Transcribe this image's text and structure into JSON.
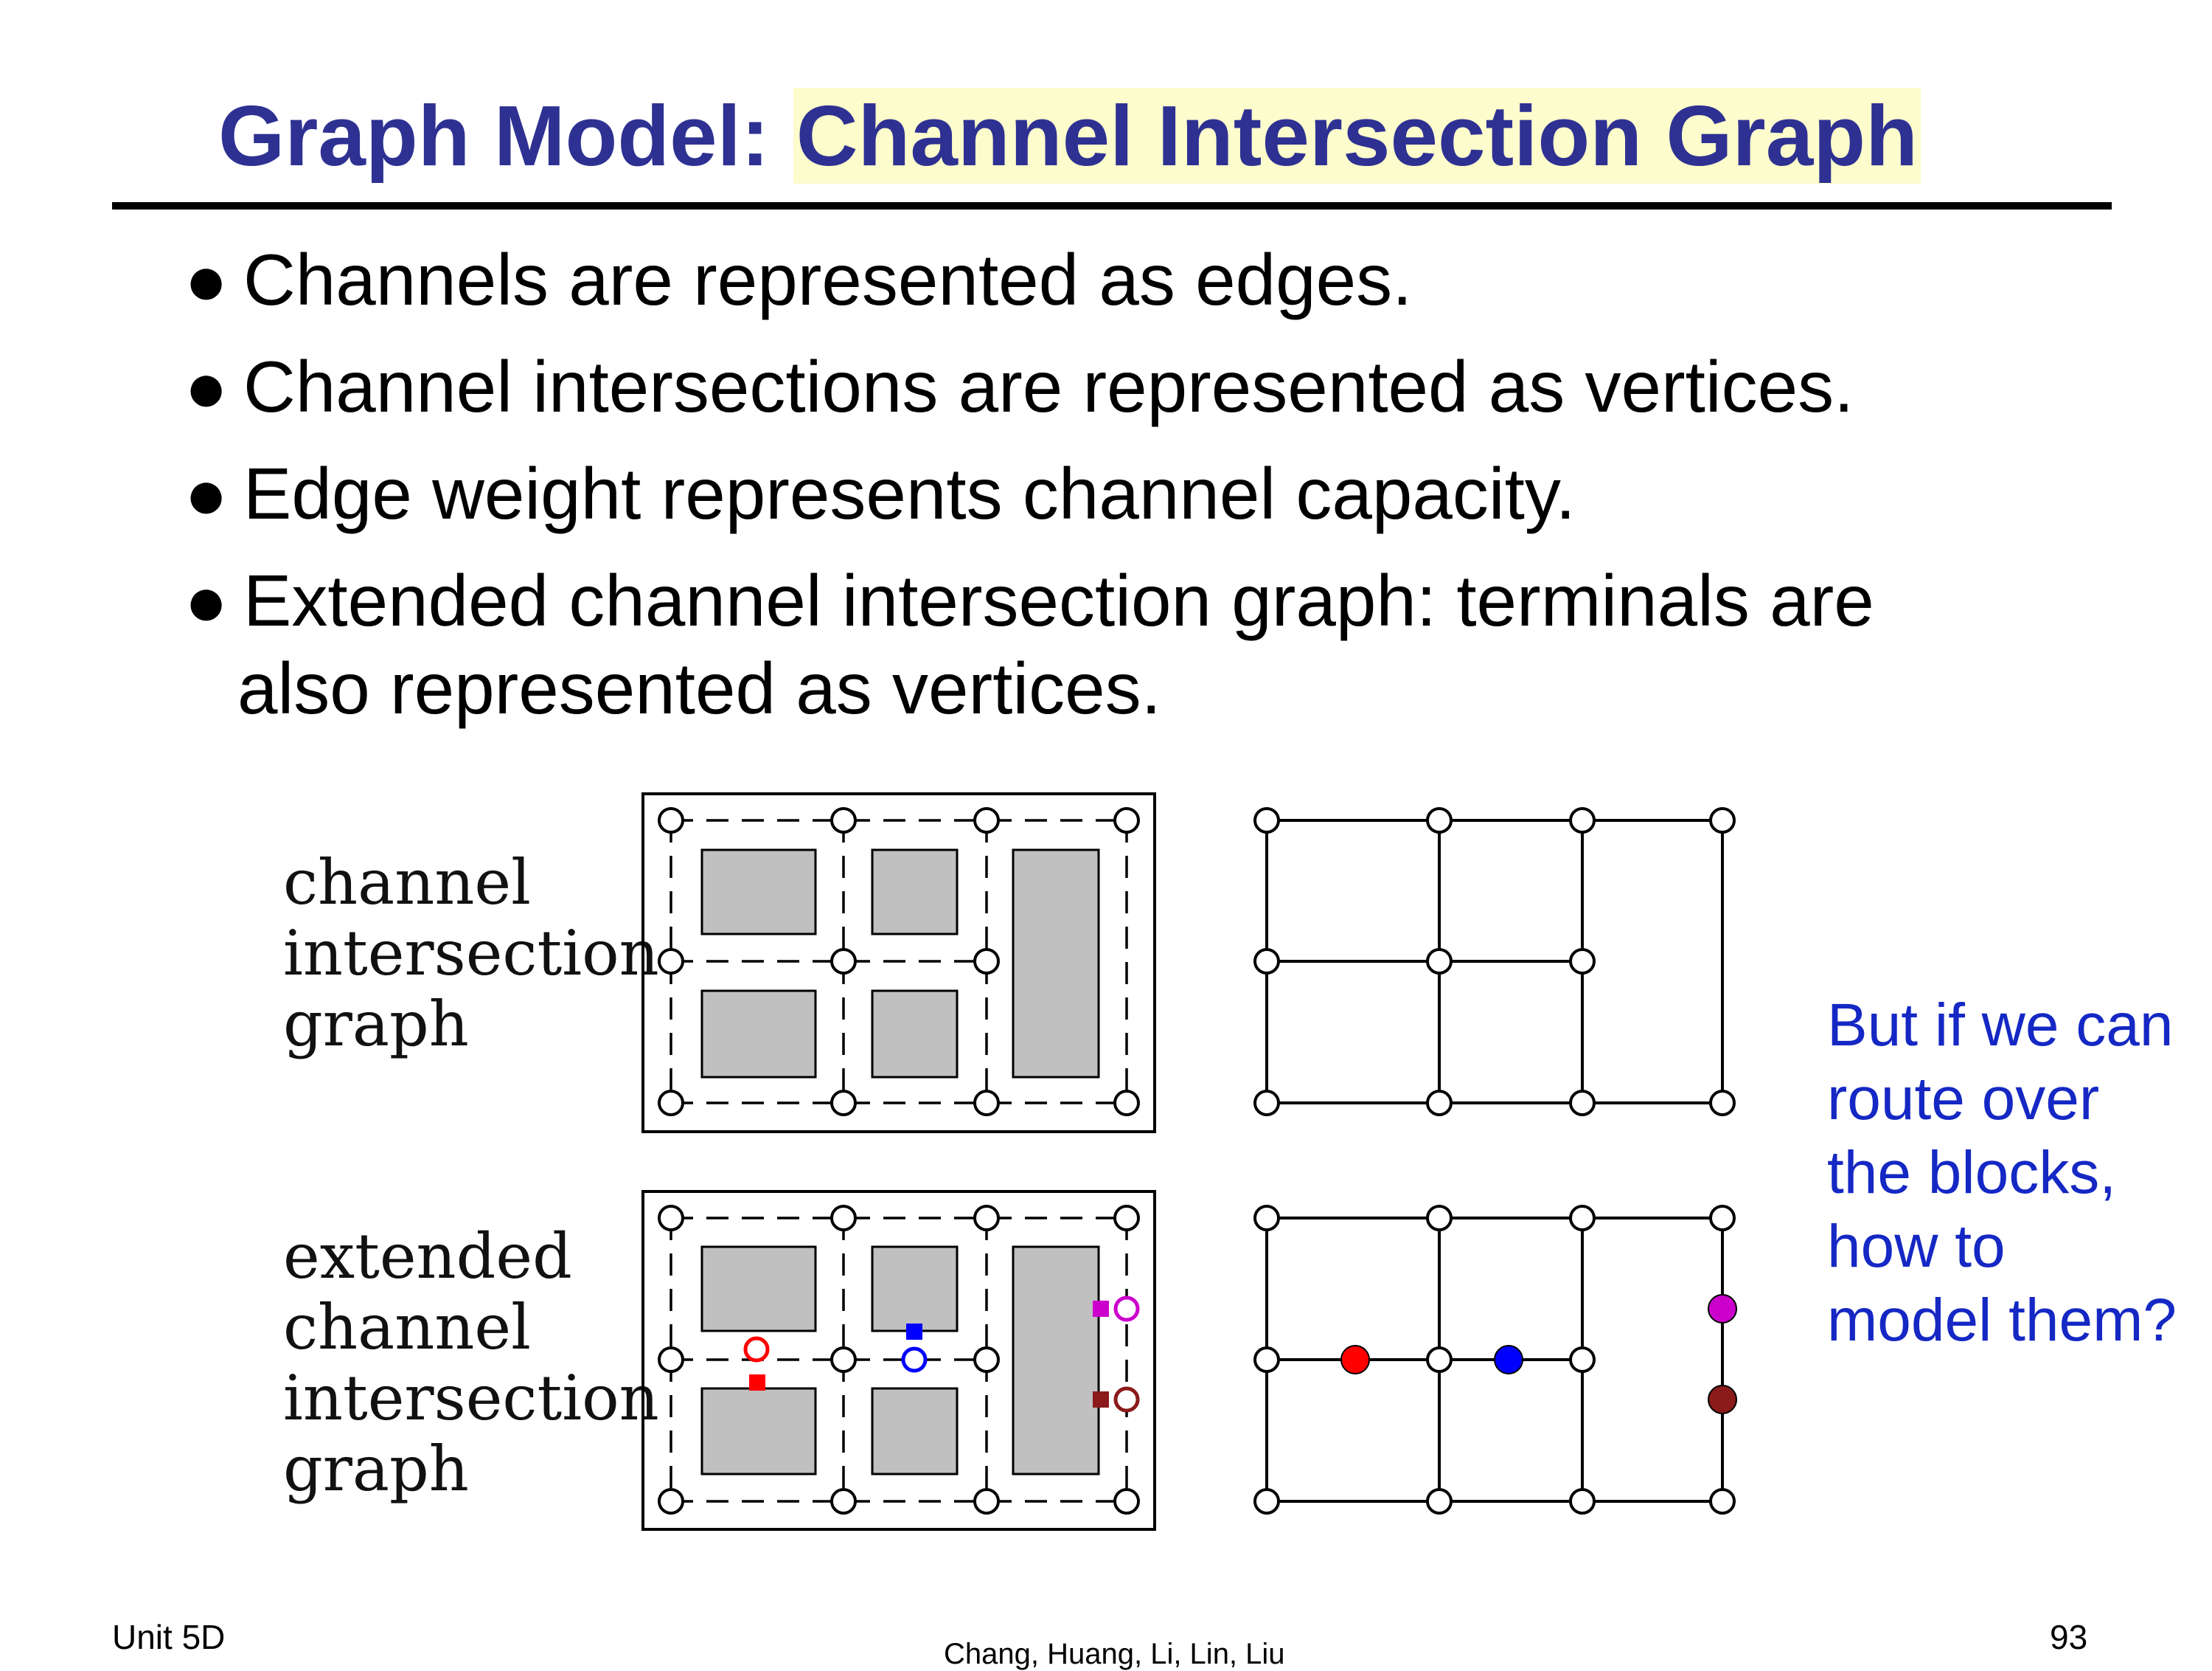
{
  "title": {
    "prefix": "Graph Model: ",
    "highlight": "Channel Intersection Graph"
  },
  "bullets": [
    {
      "text": "Channels are represented as edges."
    },
    {
      "text": "Channel intersections are represented as vertices."
    },
    {
      "text": "Edge weight represents channel capacity."
    },
    {
      "text": "Extended channel intersection graph: terminals are",
      "continuation": "also represented as vertices."
    }
  ],
  "diagram_labels": {
    "top": [
      "channel",
      "intersection",
      "graph"
    ],
    "bottom": [
      "extended",
      "channel",
      "intersection",
      "graph"
    ]
  },
  "aside_question": [
    "But if we can",
    "route over",
    "the blocks,",
    "how to",
    "model them?"
  ],
  "footer": {
    "unit": "Unit 5D",
    "authors": "Chang, Huang, Li, Lin, Liu",
    "page": "93"
  },
  "colors": {
    "title": "#2e3192",
    "title_highlight": "#fdfccc",
    "aside": "#1528c4",
    "block_fill": "#c0c0c0",
    "terminal_red": "#ff0000",
    "terminal_blue": "#0000ff",
    "terminal_magenta": "#cc00cc",
    "terminal_darkred": "#8b1a1a"
  }
}
